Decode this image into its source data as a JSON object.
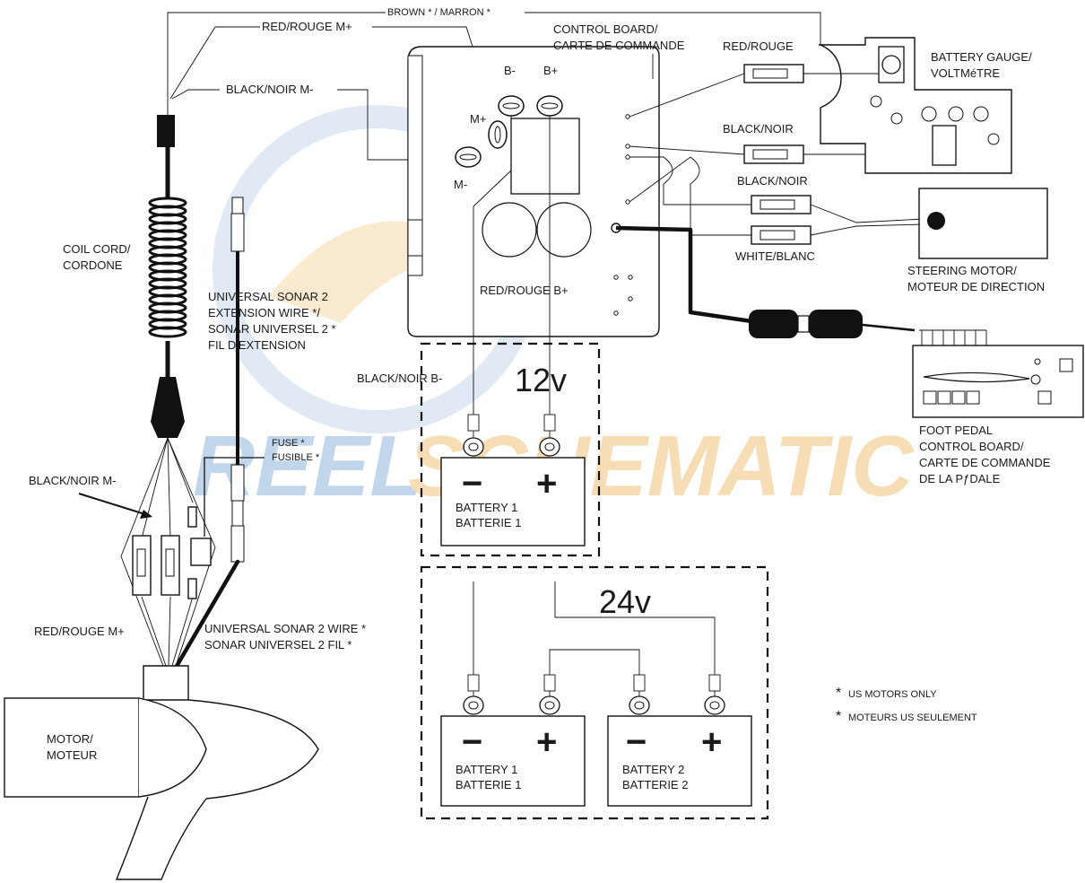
{
  "watermark": {
    "text": "REELSCHEMATIC",
    "colors": {
      "left": "#8fb3dc",
      "right": "#f2c27a",
      "gear": "#c9d9ec"
    }
  },
  "labels": {
    "brown": "BROWN * / MARRON *",
    "red_m_plus_top": "RED/ROUGE M+",
    "black_m_minus_top": "BLACK/NOIR M-",
    "control_board_1": "CONTROL BOARD/",
    "control_board_2": "CARTE DE COMMANDE",
    "b_minus": "B-",
    "b_plus": "B+",
    "m_plus": "M+",
    "m_minus": "M-",
    "red_rouge": "RED/ROUGE",
    "black_noir_1": "BLACK/NOIR",
    "black_noir_2": "BLACK/NOIR",
    "white_blanc": "WHITE/BLANC",
    "gauge_1": "BATTERY GAUGE/",
    "gauge_2": "VOLTMéTRE",
    "steering_1": "STEERING MOTOR/",
    "steering_2": "MOTEUR DE DIRECTION",
    "coil_1": "COIL CORD/",
    "coil_2": "CORDONE",
    "ext_1": "UNIVERSAL SONAR 2",
    "ext_2": "EXTENSION WIRE */",
    "ext_3": "SONAR UNIVERSEL 2 *",
    "ext_4": "FIL D'EXTENSION",
    "red_b_plus": "RED/ROUGE B+",
    "black_b_minus": "BLACK/NOIR B-",
    "fuse_1": "FUSE *",
    "fuse_2": "FUSIBLE *",
    "black_m_minus_left": "BLACK/NOIR M-",
    "red_m_plus_left": "RED/ROUGE M+",
    "sonar_1": "UNIVERSAL SONAR 2 WIRE *",
    "sonar_2": "SONAR UNIVERSEL 2 FIL *",
    "motor_1": "MOTOR/",
    "motor_2": "MOTEUR",
    "pedal_1": "FOOT PEDAL",
    "pedal_2": "CONTROL BOARD/",
    "pedal_3": "CARTE DE COMMANDE",
    "pedal_4": "DE LA PƒDALE",
    "v12": "12v",
    "v24": "24v",
    "bat1_1": "BATTERY 1",
    "bat1_2": "BATTERIE 1",
    "bat1b_1": "BATTERY 1",
    "bat1b_2": "BATTERIE 1",
    "bat2_1": "BATTERY 2",
    "bat2_2": "BATTERIE 2",
    "minus": "−",
    "plus": "+",
    "note_1": "US MOTORS ONLY",
    "note_2": "MOTEURS US SEULEMENT",
    "star": "*"
  }
}
